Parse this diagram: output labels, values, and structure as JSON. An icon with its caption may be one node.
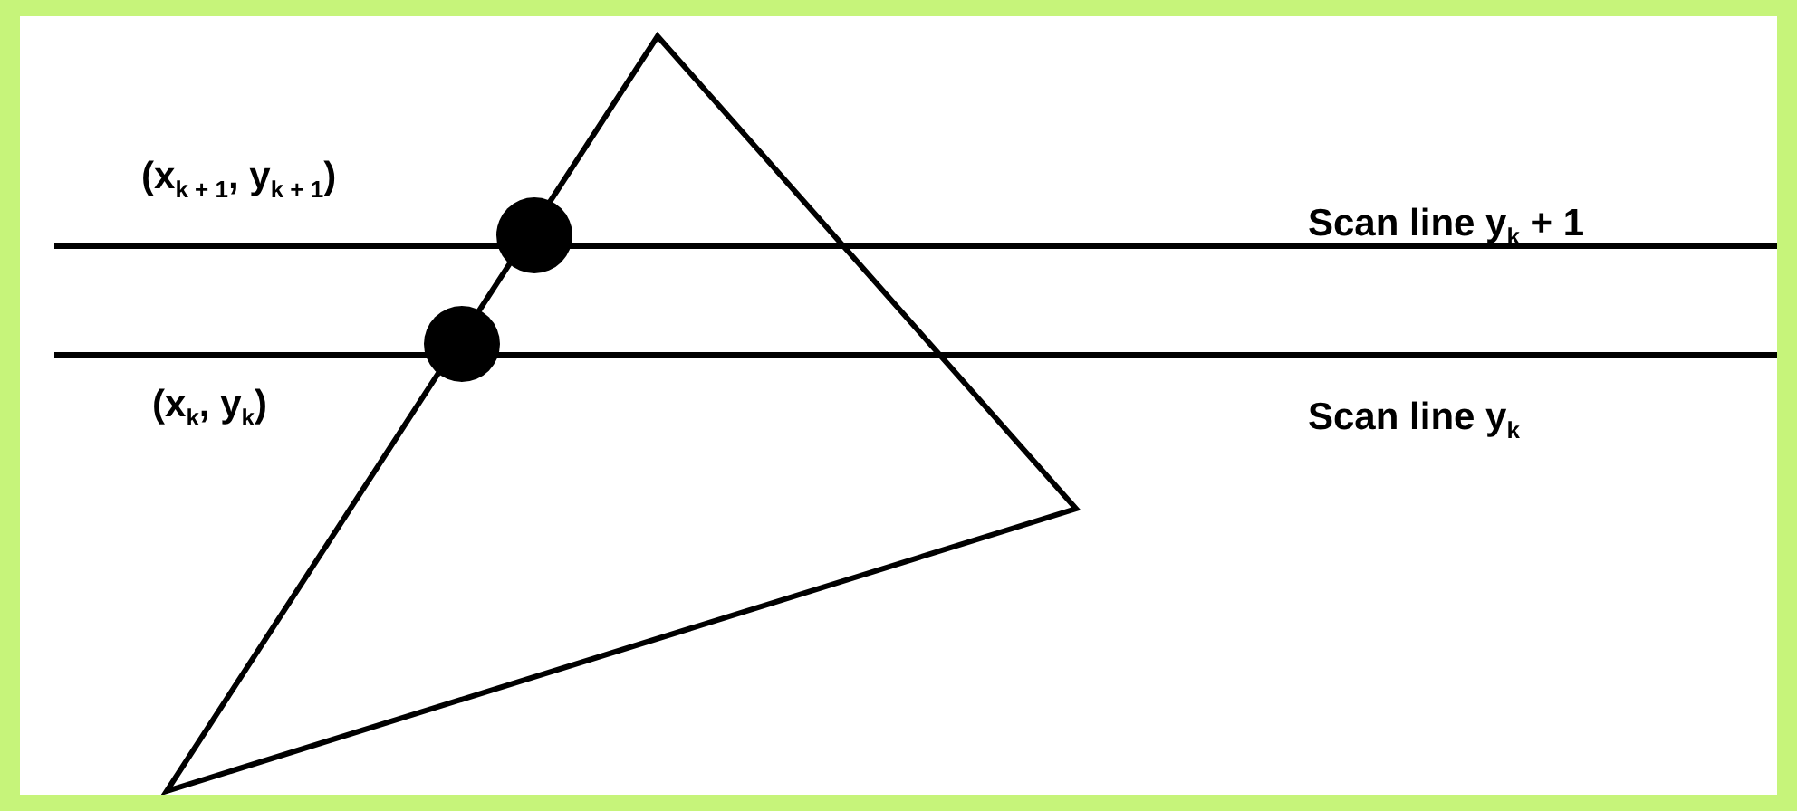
{
  "diagram": {
    "labels": [
      "(x$_{k + 1}$, y$_{k + 1}$)",
      "Scan line y$_{k}$ + 1",
      "(x$_{k}$, y$_{k}$)",
      "Scan line y$_{k}$"
    ]
  }
}
